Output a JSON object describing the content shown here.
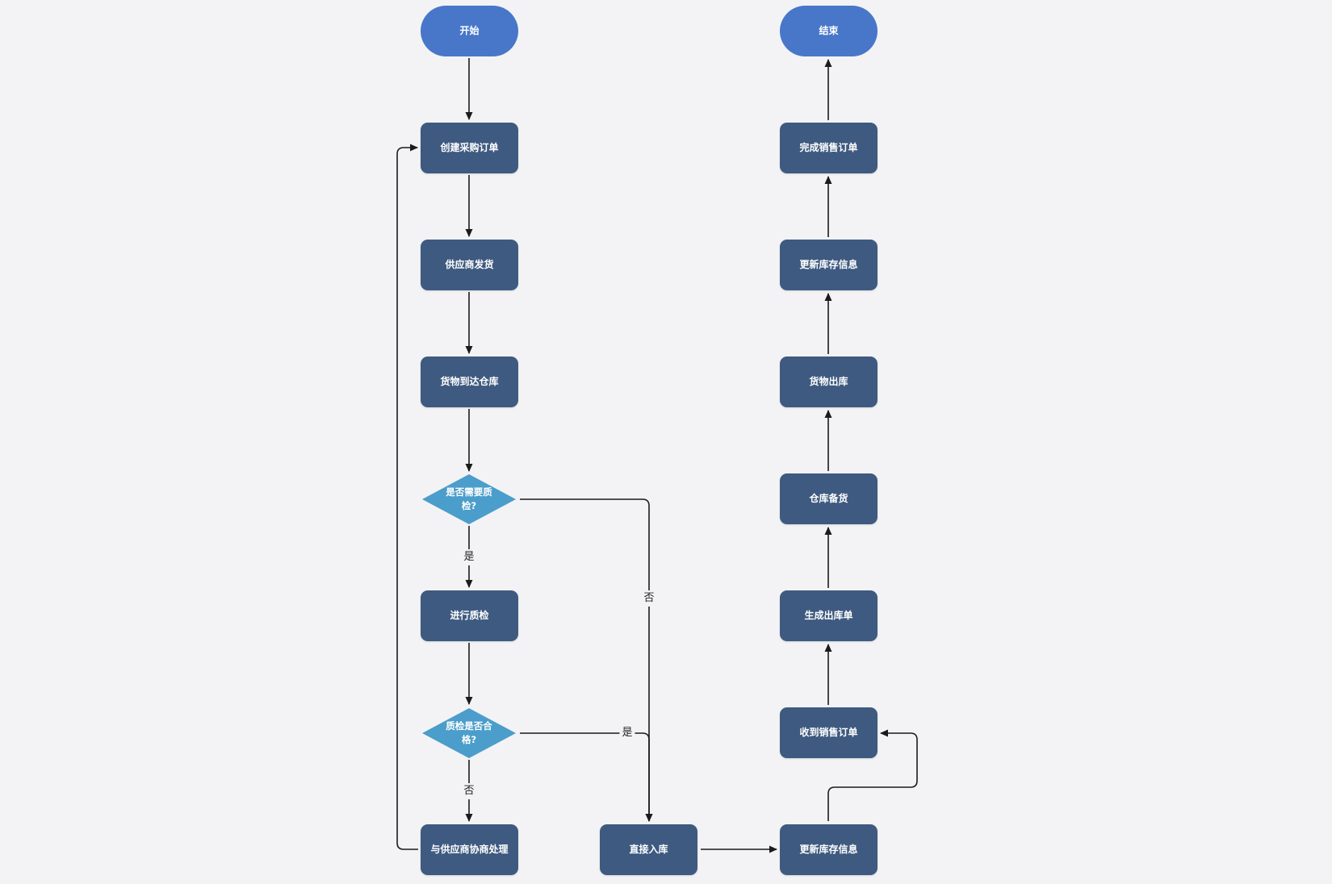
{
  "colors": {
    "background": "#f3f3f5",
    "terminal": "#4877c9",
    "process": "#3e5a80",
    "decision": "#4b9dcb",
    "edge": "#1b1b1b",
    "text": "#ffffff"
  },
  "nodes": {
    "start": "开始",
    "create_po": "创建采购订单",
    "supplier_ship": "供应商发货",
    "goods_arrive": "货物到达仓库",
    "need_qc": "是否需要质检?",
    "do_qc": "进行质检",
    "qc_pass": "质检是否合格?",
    "negotiate": "与供应商协商处理",
    "direct_in": "直接入库",
    "update_inv_1": "更新库存信息",
    "receive_so": "收到销售订单",
    "gen_out_order": "生成出库单",
    "prepare": "仓库备货",
    "goods_out": "货物出库",
    "update_inv_2": "更新库存信息",
    "complete_so": "完成销售订单",
    "end": "结束"
  },
  "edge_labels": {
    "need_qc_yes": "是",
    "need_qc_no": "否",
    "qc_pass_yes": "是",
    "qc_pass_no": "否"
  }
}
